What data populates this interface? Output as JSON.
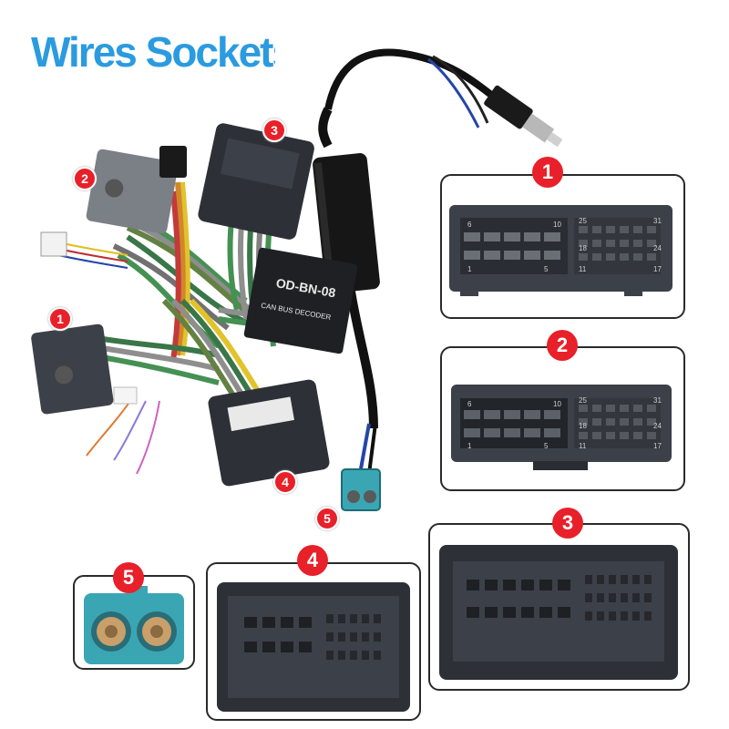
{
  "title": "Wires Sockets",
  "badges": {
    "b1": "1",
    "b2": "2",
    "b3": "3",
    "b4": "4",
    "b5": "5"
  },
  "module": {
    "line1": "OD-BN-08",
    "line2": "CAN BUS DECODER"
  },
  "connector_labels": {
    "c1_top": [
      "6",
      "10",
      "25",
      "31"
    ],
    "c1_bottom": [
      "1",
      "5",
      "11",
      "17"
    ],
    "c1_mid": [
      "18",
      "24"
    ],
    "c2_top": [
      "6",
      "10",
      "25",
      "31"
    ],
    "c2_bottom": [
      "1",
      "5",
      "11",
      "17"
    ],
    "c2_mid": [
      "18",
      "24"
    ]
  },
  "colors": {
    "title": "#2b9be0",
    "badge": "#e8202a",
    "connector": "#3c4048",
    "fakra": "#3aa6b4"
  }
}
